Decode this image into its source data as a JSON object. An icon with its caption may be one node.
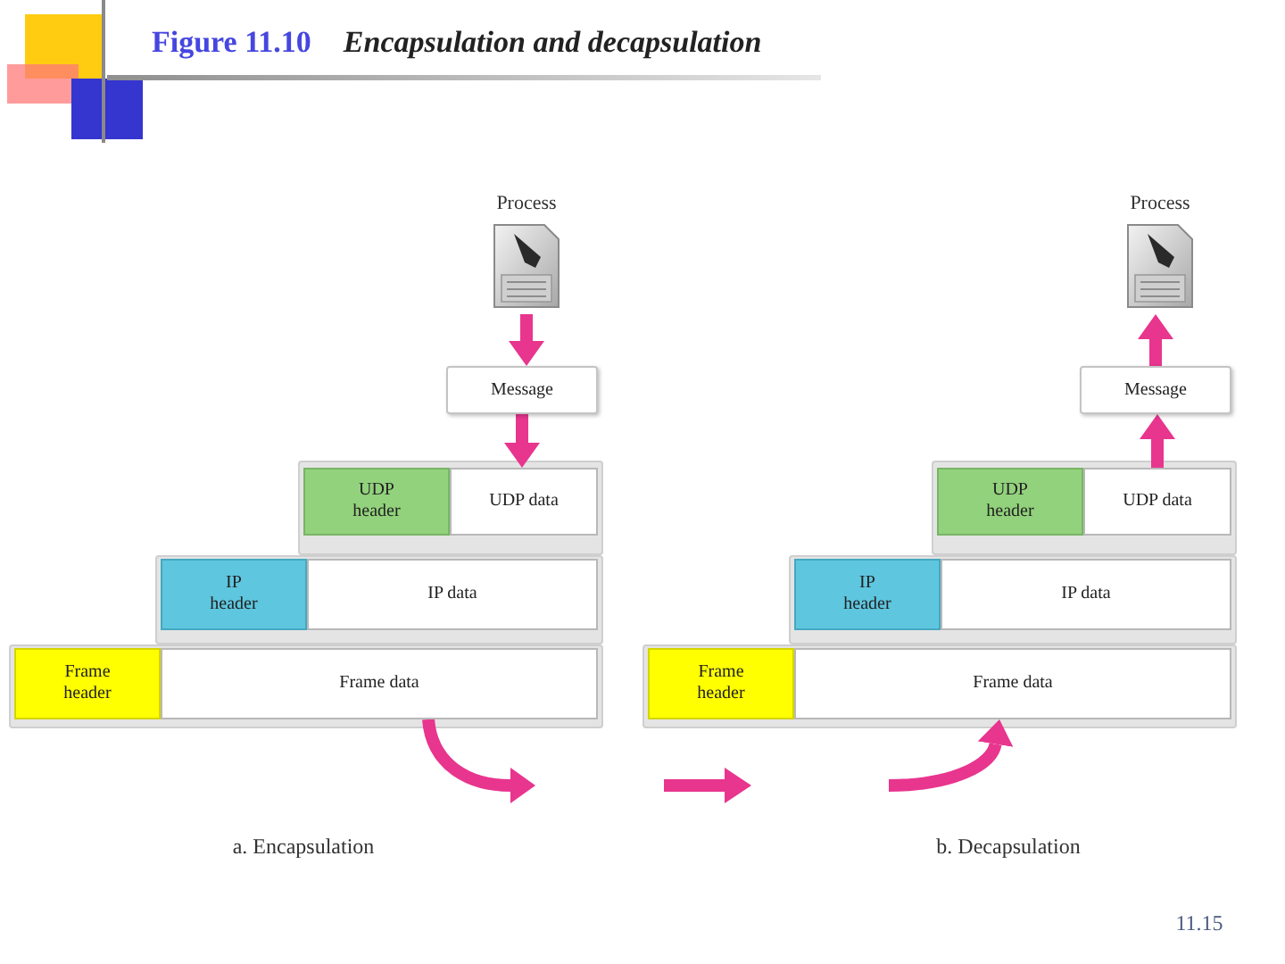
{
  "diagram": {
    "title": "Encapsulation and decapsulation",
    "nodes": [
      {
        "text": [
          "Process"
        ]
      },
      {
        "text": [
          "Message"
        ]
      },
      {
        "text": [
          "UDP header"
        ]
      },
      {
        "text": [
          "UDP data"
        ]
      },
      {
        "text": [
          "IP header"
        ]
      },
      {
        "text": [
          "IP data"
        ]
      },
      {
        "text": [
          "Frame header"
        ]
      },
      {
        "text": [
          "Frame data"
        ]
      },
      {
        "text": [
          "Process"
        ]
      },
      {
        "text": [
          "Message"
        ]
      },
      {
        "text": [
          "UDP header"
        ]
      },
      {
        "text": [
          "UDP data"
        ]
      },
      {
        "text": [
          "IP header"
        ]
      },
      {
        "text": [
          "IP data"
        ]
      },
      {
        "text": [
          "Frame header"
        ]
      },
      {
        "text": [
          "Frame data"
        ]
      }
    ],
    "edges": [
      {
        "from": 0,
        "to": 1,
        "arrow": "to"
      },
      {
        "from": 1,
        "to": 3,
        "arrow": "to"
      },
      {
        "from": 7,
        "to": null,
        "arrow": "to"
      },
      {
        "from": null,
        "to": 15,
        "arrow": "to"
      },
      {
        "from": 11,
        "to": 9,
        "arrow": "to"
      },
      {
        "from": 9,
        "to": 8,
        "arrow": "to"
      }
    ],
    "labels": [
      "Figure 11.10",
      "a. Encapsulation",
      "b. Decapsulation",
      "11.15"
    ]
  }
}
